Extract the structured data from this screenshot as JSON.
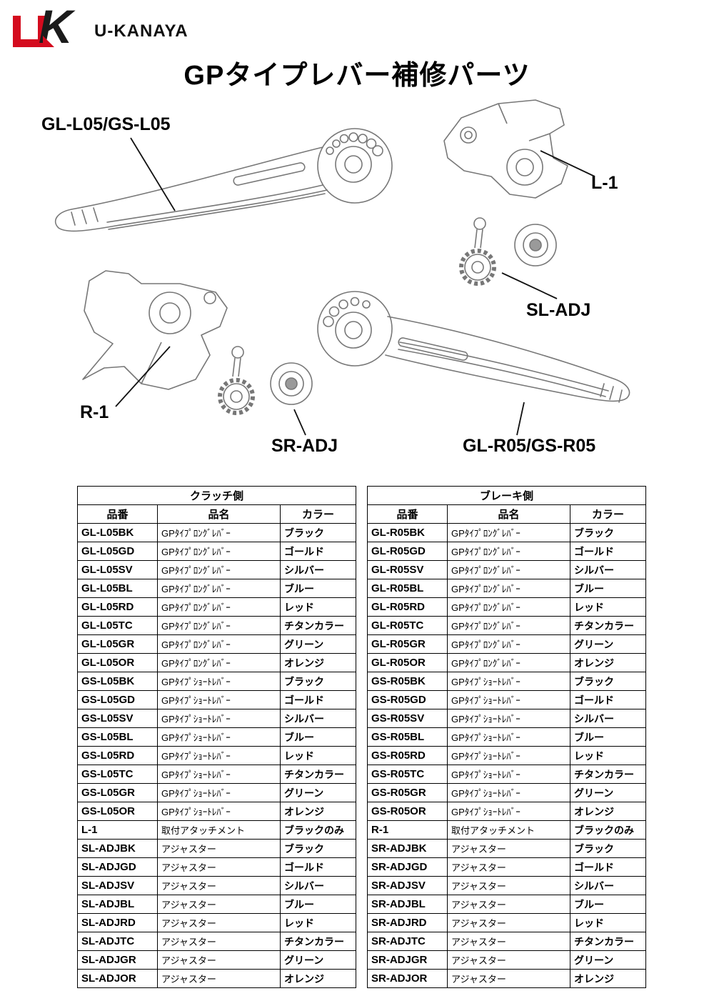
{
  "brand": {
    "logo_k": "K",
    "name": "U-KANAYA"
  },
  "title": "GPタイプレバー補修パーツ",
  "diagram": {
    "labels": {
      "clutch_lever": "GL-L05/GS-L05",
      "l1": "L-1",
      "sl_adj": "SL-ADJ",
      "r1": "R-1",
      "sr_adj": "SR-ADJ",
      "brake_lever": "GL-R05/GS-R05"
    }
  },
  "tables": [
    {
      "title": "クラッチ側",
      "columns": [
        "品番",
        "品名",
        "カラー"
      ],
      "rows": [
        [
          "GL-L05BK",
          "GPﾀｲﾌﾟﾛﾝｸﾞﾚﾊﾞｰ",
          "ブラック"
        ],
        [
          "GL-L05GD",
          "GPﾀｲﾌﾟﾛﾝｸﾞﾚﾊﾞｰ",
          "ゴールド"
        ],
        [
          "GL-L05SV",
          "GPﾀｲﾌﾟﾛﾝｸﾞﾚﾊﾞｰ",
          "シルバー"
        ],
        [
          "GL-L05BL",
          "GPﾀｲﾌﾟﾛﾝｸﾞﾚﾊﾞｰ",
          "ブルー"
        ],
        [
          "GL-L05RD",
          "GPﾀｲﾌﾟﾛﾝｸﾞﾚﾊﾞｰ",
          "レッド"
        ],
        [
          "GL-L05TC",
          "GPﾀｲﾌﾟﾛﾝｸﾞﾚﾊﾞｰ",
          "チタンカラー"
        ],
        [
          "GL-L05GR",
          "GPﾀｲﾌﾟﾛﾝｸﾞﾚﾊﾞｰ",
          "グリーン"
        ],
        [
          "GL-L05OR",
          "GPﾀｲﾌﾟﾛﾝｸﾞﾚﾊﾞｰ",
          "オレンジ"
        ],
        [
          "GS-L05BK",
          "GPﾀｲﾌﾟｼｮｰﾄﾚﾊﾞｰ",
          "ブラック"
        ],
        [
          "GS-L05GD",
          "GPﾀｲﾌﾟｼｮｰﾄﾚﾊﾞｰ",
          "ゴールド"
        ],
        [
          "GS-L05SV",
          "GPﾀｲﾌﾟｼｮｰﾄﾚﾊﾞｰ",
          "シルバー"
        ],
        [
          "GS-L05BL",
          "GPﾀｲﾌﾟｼｮｰﾄﾚﾊﾞｰ",
          "ブルー"
        ],
        [
          "GS-L05RD",
          "GPﾀｲﾌﾟｼｮｰﾄﾚﾊﾞｰ",
          "レッド"
        ],
        [
          "GS-L05TC",
          "GPﾀｲﾌﾟｼｮｰﾄﾚﾊﾞｰ",
          "チタンカラー"
        ],
        [
          "GS-L05GR",
          "GPﾀｲﾌﾟｼｮｰﾄﾚﾊﾞｰ",
          "グリーン"
        ],
        [
          "GS-L05OR",
          "GPﾀｲﾌﾟｼｮｰﾄﾚﾊﾞｰ",
          "オレンジ"
        ],
        [
          "L-1",
          "取付アタッチメント",
          "ブラックのみ"
        ],
        [
          "SL-ADJBK",
          "アジャスター",
          "ブラック"
        ],
        [
          "SL-ADJGD",
          "アジャスター",
          "ゴールド"
        ],
        [
          "SL-ADJSV",
          "アジャスター",
          "シルバー"
        ],
        [
          "SL-ADJBL",
          "アジャスター",
          "ブルー"
        ],
        [
          "SL-ADJRD",
          "アジャスター",
          "レッド"
        ],
        [
          "SL-ADJTC",
          "アジャスター",
          "チタンカラー"
        ],
        [
          "SL-ADJGR",
          "アジャスター",
          "グリーン"
        ],
        [
          "SL-ADJOR",
          "アジャスター",
          "オレンジ"
        ]
      ]
    },
    {
      "title": "ブレーキ側",
      "columns": [
        "品番",
        "品名",
        "カラー"
      ],
      "rows": [
        [
          "GL-R05BK",
          "GPﾀｲﾌﾟﾛﾝｸﾞﾚﾊﾞｰ",
          "ブラック"
        ],
        [
          "GL-R05GD",
          "GPﾀｲﾌﾟﾛﾝｸﾞﾚﾊﾞｰ",
          "ゴールド"
        ],
        [
          "GL-R05SV",
          "GPﾀｲﾌﾟﾛﾝｸﾞﾚﾊﾞｰ",
          "シルバー"
        ],
        [
          "GL-R05BL",
          "GPﾀｲﾌﾟﾛﾝｸﾞﾚﾊﾞｰ",
          "ブルー"
        ],
        [
          "GL-R05RD",
          "GPﾀｲﾌﾟﾛﾝｸﾞﾚﾊﾞｰ",
          "レッド"
        ],
        [
          "GL-R05TC",
          "GPﾀｲﾌﾟﾛﾝｸﾞﾚﾊﾞｰ",
          "チタンカラー"
        ],
        [
          "GL-R05GR",
          "GPﾀｲﾌﾟﾛﾝｸﾞﾚﾊﾞｰ",
          "グリーン"
        ],
        [
          "GL-R05OR",
          "GPﾀｲﾌﾟﾛﾝｸﾞﾚﾊﾞｰ",
          "オレンジ"
        ],
        [
          "GS-R05BK",
          "GPﾀｲﾌﾟｼｮｰﾄﾚﾊﾞｰ",
          "ブラック"
        ],
        [
          "GS-R05GD",
          "GPﾀｲﾌﾟｼｮｰﾄﾚﾊﾞｰ",
          "ゴールド"
        ],
        [
          "GS-R05SV",
          "GPﾀｲﾌﾟｼｮｰﾄﾚﾊﾞｰ",
          "シルバー"
        ],
        [
          "GS-R05BL",
          "GPﾀｲﾌﾟｼｮｰﾄﾚﾊﾞｰ",
          "ブルー"
        ],
        [
          "GS-R05RD",
          "GPﾀｲﾌﾟｼｮｰﾄﾚﾊﾞｰ",
          "レッド"
        ],
        [
          "GS-R05TC",
          "GPﾀｲﾌﾟｼｮｰﾄﾚﾊﾞｰ",
          "チタンカラー"
        ],
        [
          "GS-R05GR",
          "GPﾀｲﾌﾟｼｮｰﾄﾚﾊﾞｰ",
          "グリーン"
        ],
        [
          "GS-R05OR",
          "GPﾀｲﾌﾟｼｮｰﾄﾚﾊﾞｰ",
          "オレンジ"
        ],
        [
          "R-1",
          "取付アタッチメント",
          "ブラックのみ"
        ],
        [
          "SR-ADJBK",
          "アジャスター",
          "ブラック"
        ],
        [
          "SR-ADJGD",
          "アジャスター",
          "ゴールド"
        ],
        [
          "SR-ADJSV",
          "アジャスター",
          "シルバー"
        ],
        [
          "SR-ADJBL",
          "アジャスター",
          "ブルー"
        ],
        [
          "SR-ADJRD",
          "アジャスター",
          "レッド"
        ],
        [
          "SR-ADJTC",
          "アジャスター",
          "チタンカラー"
        ],
        [
          "SR-ADJGR",
          "アジャスター",
          "グリーン"
        ],
        [
          "SR-ADJOR",
          "アジャスター",
          "オレンジ"
        ]
      ]
    }
  ]
}
